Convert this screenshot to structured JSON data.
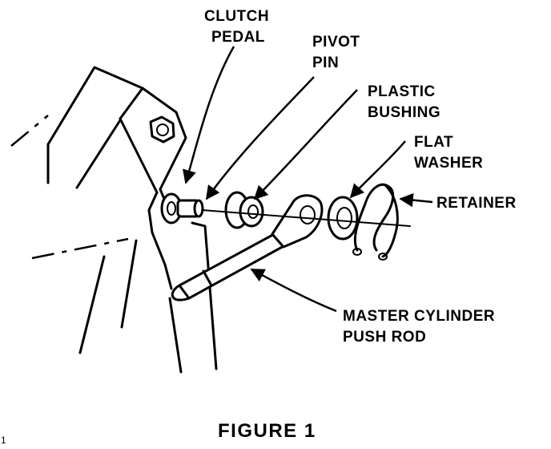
{
  "labels": {
    "clutch_pedal_1": "CLUTCH",
    "clutch_pedal_2": "PEDAL",
    "pivot_pin_1": "PIVOT",
    "pivot_pin_2": "PIN",
    "plastic_bushing_1": "PLASTIC",
    "plastic_bushing_2": "BUSHING",
    "flat_washer_1": "FLAT",
    "flat_washer_2": "WASHER",
    "retainer": "RETAINER",
    "push_rod_1": "MASTER CYLINDER",
    "push_rod_2": "PUSH ROD"
  },
  "caption": "FIGURE 1",
  "margin_mark": "1"
}
